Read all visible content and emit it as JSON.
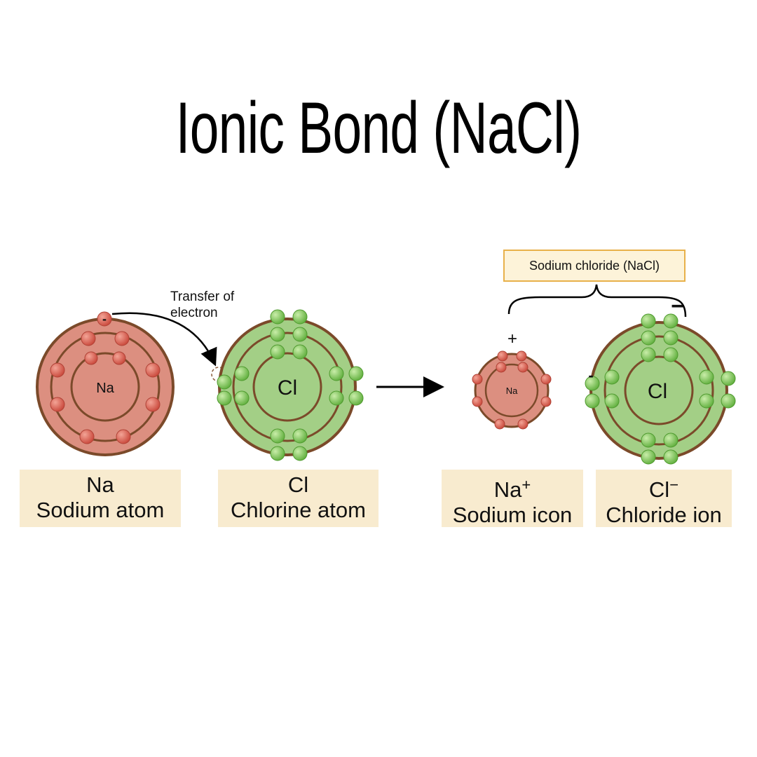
{
  "title": "Ionic Bond (NaCl)",
  "transfer_label_line1": "Transfer of",
  "transfer_label_line2": "electron",
  "compound_label": "Sodium chloride (NaCl)",
  "atoms": {
    "na_atom": {
      "symbol": "Na",
      "caption_symbol": "Na",
      "caption_name": "Sodium atom"
    },
    "cl_atom": {
      "symbol": "Cl",
      "caption_symbol": "Cl",
      "caption_name": "Chlorine atom"
    },
    "na_ion": {
      "symbol": "Na",
      "caption_symbol": "Na",
      "caption_charge": "+",
      "caption_name": "Sodium icon",
      "charge_mark": "+"
    },
    "cl_ion": {
      "symbol": "Cl",
      "caption_symbol": "Cl",
      "caption_charge": "−",
      "caption_name": "Chloride ion",
      "charge_mark": "−",
      "extra_electron_mark": "-"
    }
  },
  "electron_mark": "-",
  "colors": {
    "sodium_fill": "#dc8f80",
    "sodium_electron": "#d85a4c",
    "chlorine_fill": "#a3cf86",
    "chlorine_electron": "#7dc25a",
    "outline": "#7b4a2a",
    "caption_bg": "#f8ebcf",
    "label_border": "#e8b14a"
  }
}
